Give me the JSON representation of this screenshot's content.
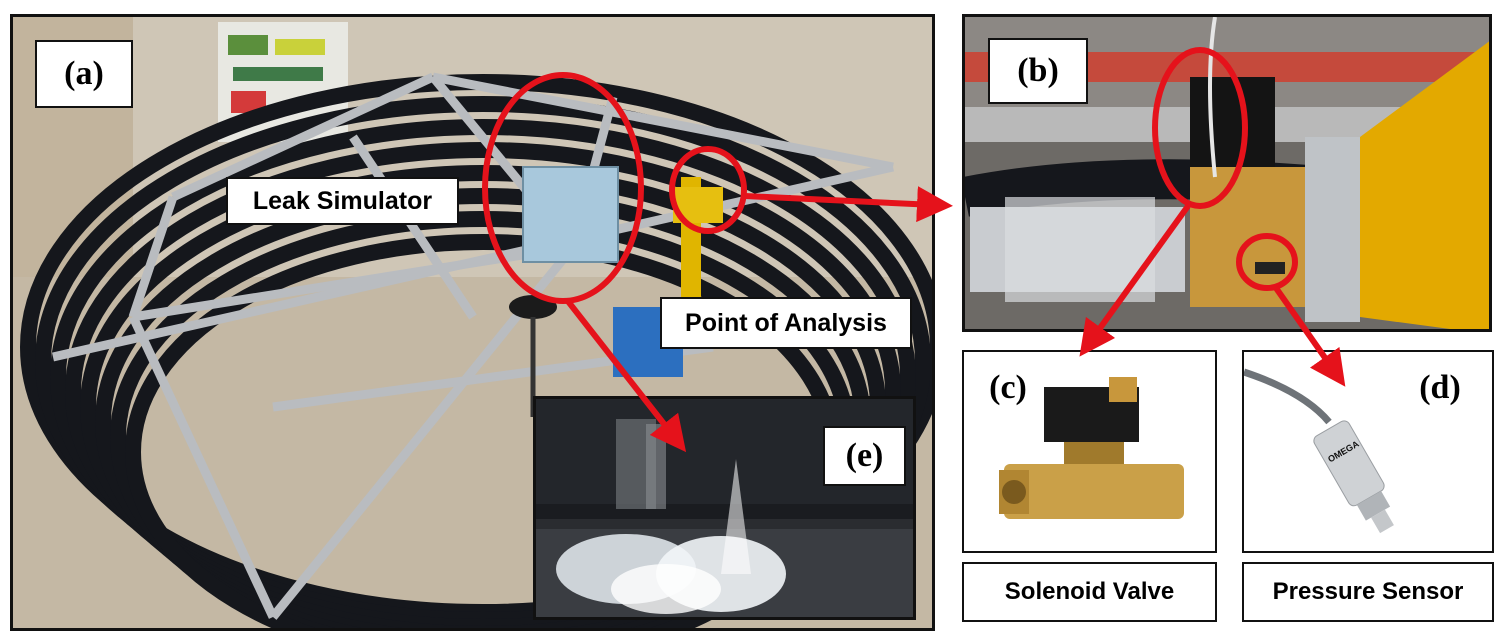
{
  "panels": {
    "a": {
      "label": "(a)"
    },
    "b": {
      "label": "(b)"
    },
    "c": {
      "label": "(c)"
    },
    "d": {
      "label": "(d)"
    },
    "e": {
      "label": "(e)"
    }
  },
  "callouts": {
    "leak_simulator": "Leak Simulator",
    "point_of_analysis": "Point of Analysis"
  },
  "captions": {
    "solenoid_valve": "Solenoid Valve",
    "pressure_sensor": "Pressure Sensor"
  },
  "product_text": {
    "sensor_brand": "OMEGA"
  },
  "colors": {
    "highlight": "#e5121b",
    "pipe": "#15171c",
    "brass": "#c89a3a",
    "yellow_fitting": "#e0b500"
  }
}
